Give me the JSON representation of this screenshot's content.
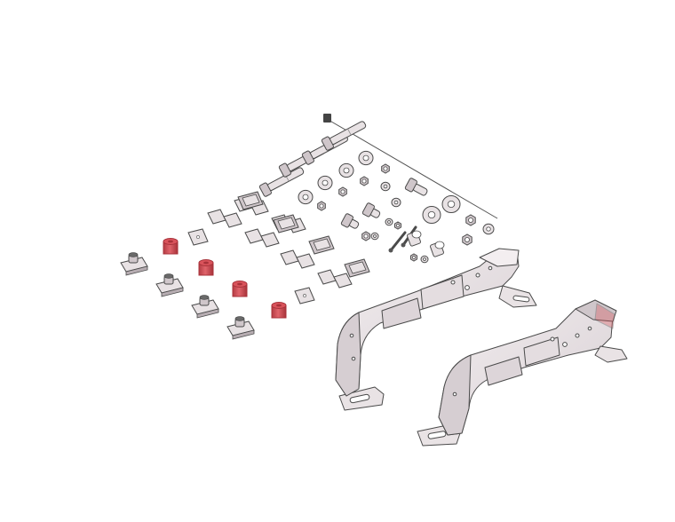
{
  "diagram": {
    "kind": "exploded-parts-view",
    "colors": {
      "background": "#ffffff",
      "outline": "#4a4a4a",
      "steel": "#e8e2e4",
      "steel_shade": "#cfc6ca",
      "steel_dark": "#b7adb2",
      "bushing": "#d9535b",
      "bushing_dark": "#a8323a",
      "thread": "#8a8a8a"
    },
    "groups": [
      {
        "name": "set-screw",
        "count": 1
      },
      {
        "name": "long-bolt",
        "count": 4
      },
      {
        "name": "large-washer",
        "count": 6
      },
      {
        "name": "nut",
        "count": 6
      },
      {
        "name": "short-bolt",
        "count": 3
      },
      {
        "name": "small-washer",
        "count": 5
      },
      {
        "name": "threaded-rod",
        "count": 2
      },
      {
        "name": "spacer",
        "count": 2
      },
      {
        "name": "square-plate-pair",
        "count": 6
      },
      {
        "name": "channel-clip",
        "count": 4
      },
      {
        "name": "single-square-plate",
        "count": 2
      },
      {
        "name": "rubber-bushing",
        "count": 4
      },
      {
        "name": "t-slot-nut",
        "count": 4
      },
      {
        "name": "mounting-bracket",
        "count": 2
      }
    ]
  }
}
